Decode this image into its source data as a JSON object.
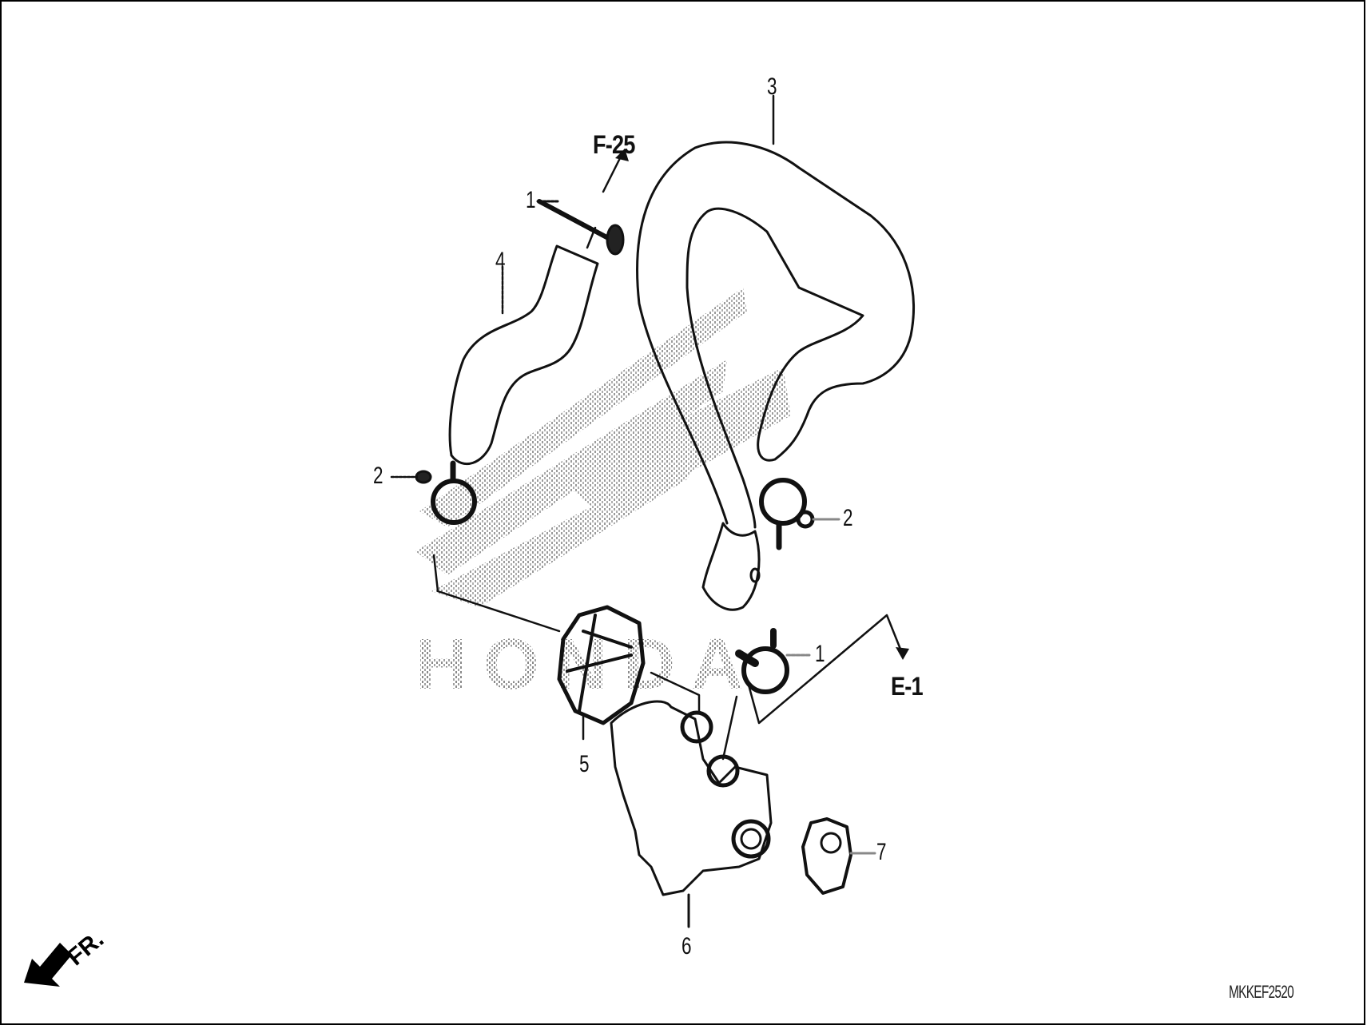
{
  "diagram": {
    "type": "exploded-parts-diagram",
    "diagram_code": "MKKEF2520",
    "watermark": "HONDA",
    "direction_indicator": "FR.",
    "references": [
      {
        "id": "ref-f25",
        "label": "F-25"
      },
      {
        "id": "ref-e1",
        "label": "E-1"
      }
    ],
    "callouts": [
      {
        "number": "1",
        "part": "clip (upper, near F-25)"
      },
      {
        "number": "2",
        "part": "hose clamp (left)"
      },
      {
        "number": "2",
        "part": "hose clamp (right)"
      },
      {
        "number": "3",
        "part": "hose (large bent)"
      },
      {
        "number": "4",
        "part": "hose (small)"
      },
      {
        "number": "5",
        "part": "cap"
      },
      {
        "number": "6",
        "part": "valve body / joint"
      },
      {
        "number": "7",
        "part": "plug / bolt"
      },
      {
        "number": "1",
        "part": "hose clamp (lower, near E-1)"
      }
    ],
    "colors": {
      "line": "#111111",
      "watermark": "#9a9a9a",
      "background": "#ffffff"
    }
  }
}
